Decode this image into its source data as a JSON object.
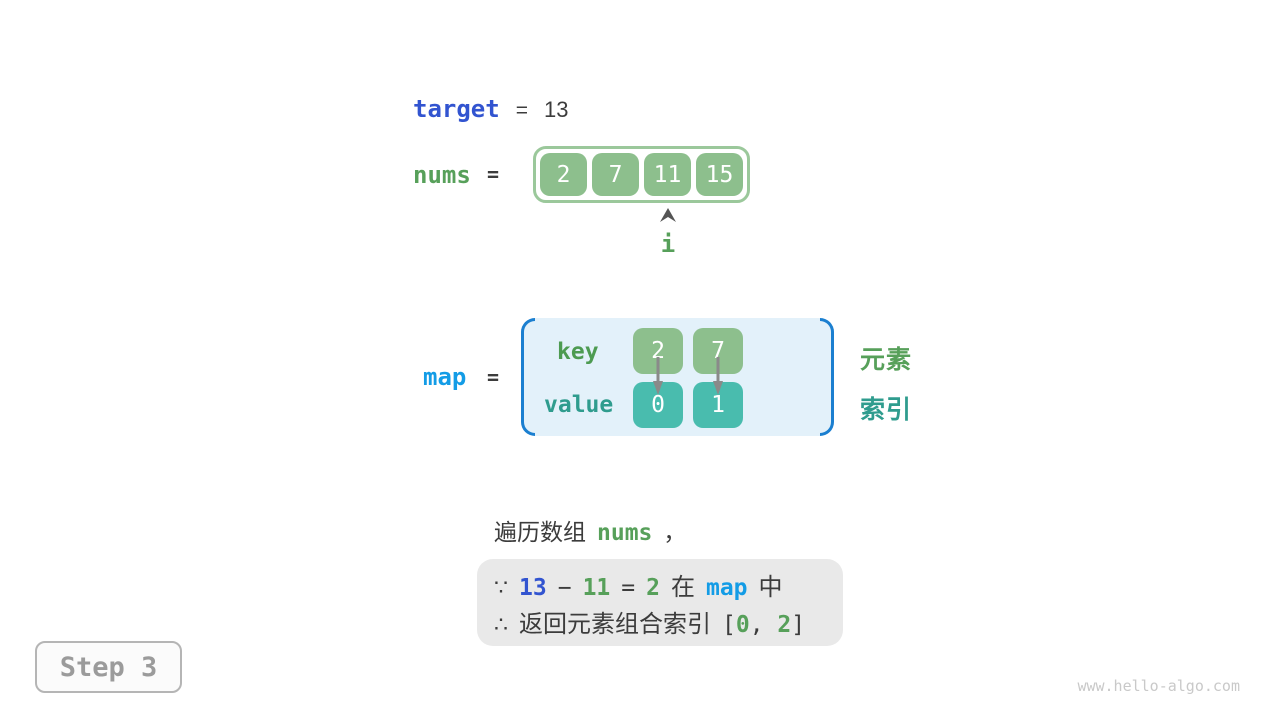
{
  "target": {
    "label": "target",
    "eq": "=",
    "value": "13"
  },
  "nums": {
    "label": "nums",
    "eq": "=",
    "cells": [
      "2",
      "7",
      "11",
      "15"
    ],
    "pointer_label": "i"
  },
  "map": {
    "label": "map",
    "eq": "=",
    "key_label": "key",
    "value_label": "value",
    "keys": [
      "2",
      "7"
    ],
    "values": [
      "0",
      "1"
    ],
    "element_label": "元素",
    "index_label": "索引"
  },
  "sentence": {
    "prefix": "遍历数组",
    "code": "nums",
    "comma": "，"
  },
  "conclusion": {
    "line1": {
      "sym": "∵",
      "minuend": "13",
      "minus": "−",
      "subtrahend": "11",
      "eq": "=",
      "diff": "2",
      "in_word": "在",
      "map_word": "map",
      "suffix": "中"
    },
    "line2": {
      "sym": "∴",
      "text": "返回元素组合索引",
      "open": "[",
      "first": "0",
      "comma": ", ",
      "second": "2",
      "close": "]"
    }
  },
  "step": {
    "label": "Step 3"
  },
  "watermark": "www.hello-algo.com",
  "colors": {
    "royal_blue": "#3254d0",
    "azure_blue": "#139ce6",
    "bracket_blue": "#1b7fd0",
    "green_text": "#57a05a",
    "teal_text": "#2f9c8e",
    "green_cell": "#8dbf8d",
    "teal_cell": "#49bcae",
    "array_border": "#9bc89b",
    "map_box_bg": "#e3f1fa",
    "conclusion_bg": "#e9e9e9",
    "dark_text": "#3c3c3c",
    "arrow_gray": "#8a8a8a"
  }
}
